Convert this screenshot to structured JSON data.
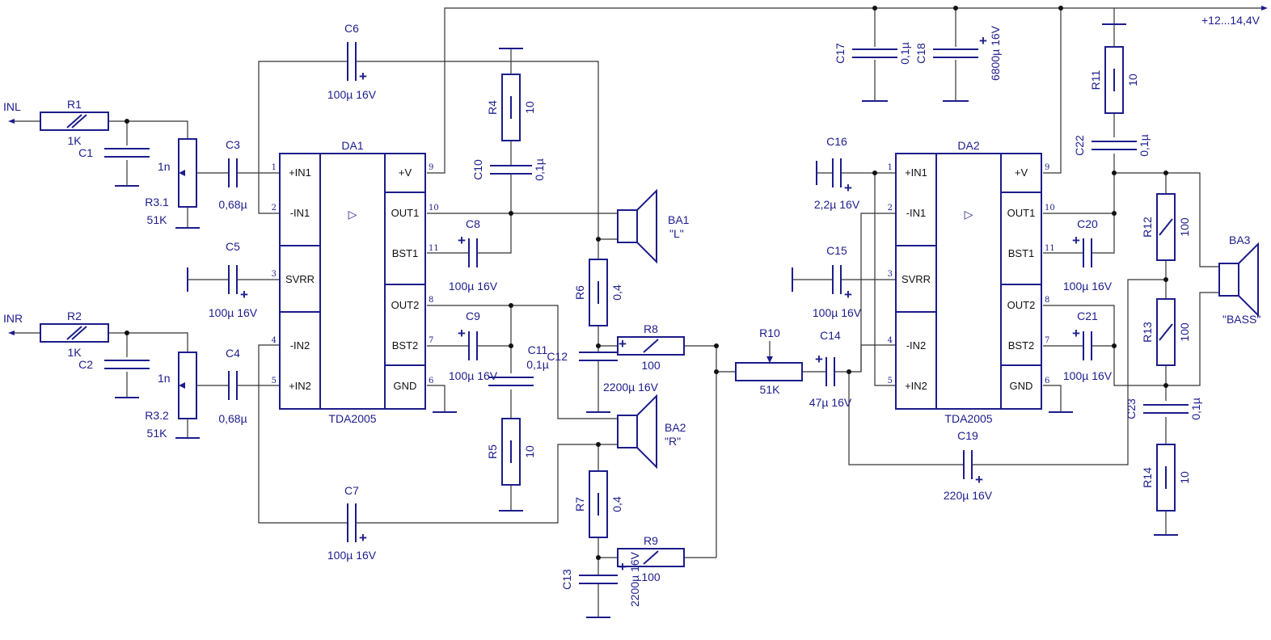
{
  "supply_label": "+12...14,4V",
  "inputs": {
    "left": "INL",
    "right": "INR"
  },
  "ics": [
    {
      "ref": "DA1",
      "part": "TDA2005"
    },
    {
      "ref": "DA2",
      "part": "TDA2005"
    }
  ],
  "pins": {
    "left": [
      {
        "num": "1",
        "name": "+IN1"
      },
      {
        "num": "2",
        "name": "-IN1"
      },
      {
        "num": "3",
        "name": "SVRR"
      },
      {
        "num": "4",
        "name": "-IN2"
      },
      {
        "num": "5",
        "name": "+IN2"
      }
    ],
    "right": [
      {
        "num": "9",
        "name": "+V"
      },
      {
        "num": "10",
        "name": "OUT1"
      },
      {
        "num": "11",
        "name": "BST1"
      },
      {
        "num": "8",
        "name": "OUT2"
      },
      {
        "num": "7",
        "name": "BST2"
      },
      {
        "num": "6",
        "name": "GND"
      }
    ]
  },
  "components": {
    "R1": {
      "ref": "R1",
      "value": "1K"
    },
    "R2": {
      "ref": "R2",
      "value": "1K"
    },
    "C1": {
      "ref": "C1",
      "value": "1n"
    },
    "C2": {
      "ref": "C2",
      "value": "1n"
    },
    "R31": {
      "ref": "R3.1",
      "value": "51K"
    },
    "R32": {
      "ref": "R3.2",
      "value": "51K"
    },
    "C3": {
      "ref": "C3",
      "value": "0,68µ"
    },
    "C4": {
      "ref": "C4",
      "value": "0,68µ"
    },
    "C5": {
      "ref": "C5",
      "value": "100µ 16V"
    },
    "C6": {
      "ref": "C6",
      "value": "100µ 16V"
    },
    "C7": {
      "ref": "C7",
      "value": "100µ 16V"
    },
    "C8": {
      "ref": "C8",
      "value": "100µ 16V"
    },
    "C9": {
      "ref": "C9",
      "value": "100µ 16V"
    },
    "C10": {
      "ref": "C10",
      "value": "0,1µ"
    },
    "C11": {
      "ref": "C11",
      "value": "0,1µ"
    },
    "C12": {
      "ref": "C12",
      "value": "2200µ 16V"
    },
    "C13": {
      "ref": "C13",
      "value": "2200µ 16V"
    },
    "C14": {
      "ref": "C14",
      "value": "47µ 16V"
    },
    "C15": {
      "ref": "C15",
      "value": "100µ 16V"
    },
    "C16": {
      "ref": "C16",
      "value": "2,2µ 16V"
    },
    "C17": {
      "ref": "C17",
      "value": "0,1µ"
    },
    "C18": {
      "ref": "C18",
      "value": "6800µ 16V"
    },
    "C19": {
      "ref": "C19",
      "value": "220µ 16V"
    },
    "C20": {
      "ref": "C20",
      "value": "100µ 16V"
    },
    "C21": {
      "ref": "C21",
      "value": "100µ 16V"
    },
    "C22": {
      "ref": "C22",
      "value": "0,1µ"
    },
    "C23": {
      "ref": "C23",
      "value": "0,1µ"
    },
    "R4": {
      "ref": "R4",
      "value": "10"
    },
    "R5": {
      "ref": "R5",
      "value": "10"
    },
    "R6": {
      "ref": "R6",
      "value": "0,4"
    },
    "R7": {
      "ref": "R7",
      "value": "0,4"
    },
    "R8": {
      "ref": "R8",
      "value": "100"
    },
    "R9": {
      "ref": "R9",
      "value": "100"
    },
    "R10": {
      "ref": "R10",
      "value": "51K"
    },
    "R11": {
      "ref": "R11",
      "value": "10"
    },
    "R12": {
      "ref": "R12",
      "value": "100"
    },
    "R13": {
      "ref": "R13",
      "value": "100"
    },
    "R14": {
      "ref": "R14",
      "value": "10"
    },
    "BA1": {
      "ref": "BA1",
      "value": "\"L\""
    },
    "BA2": {
      "ref": "BA2",
      "value": "\"R\""
    },
    "BA3": {
      "ref": "BA3",
      "value": "\"BASS\""
    }
  },
  "polarity_mark": "+",
  "amp_symbol": "▷"
}
